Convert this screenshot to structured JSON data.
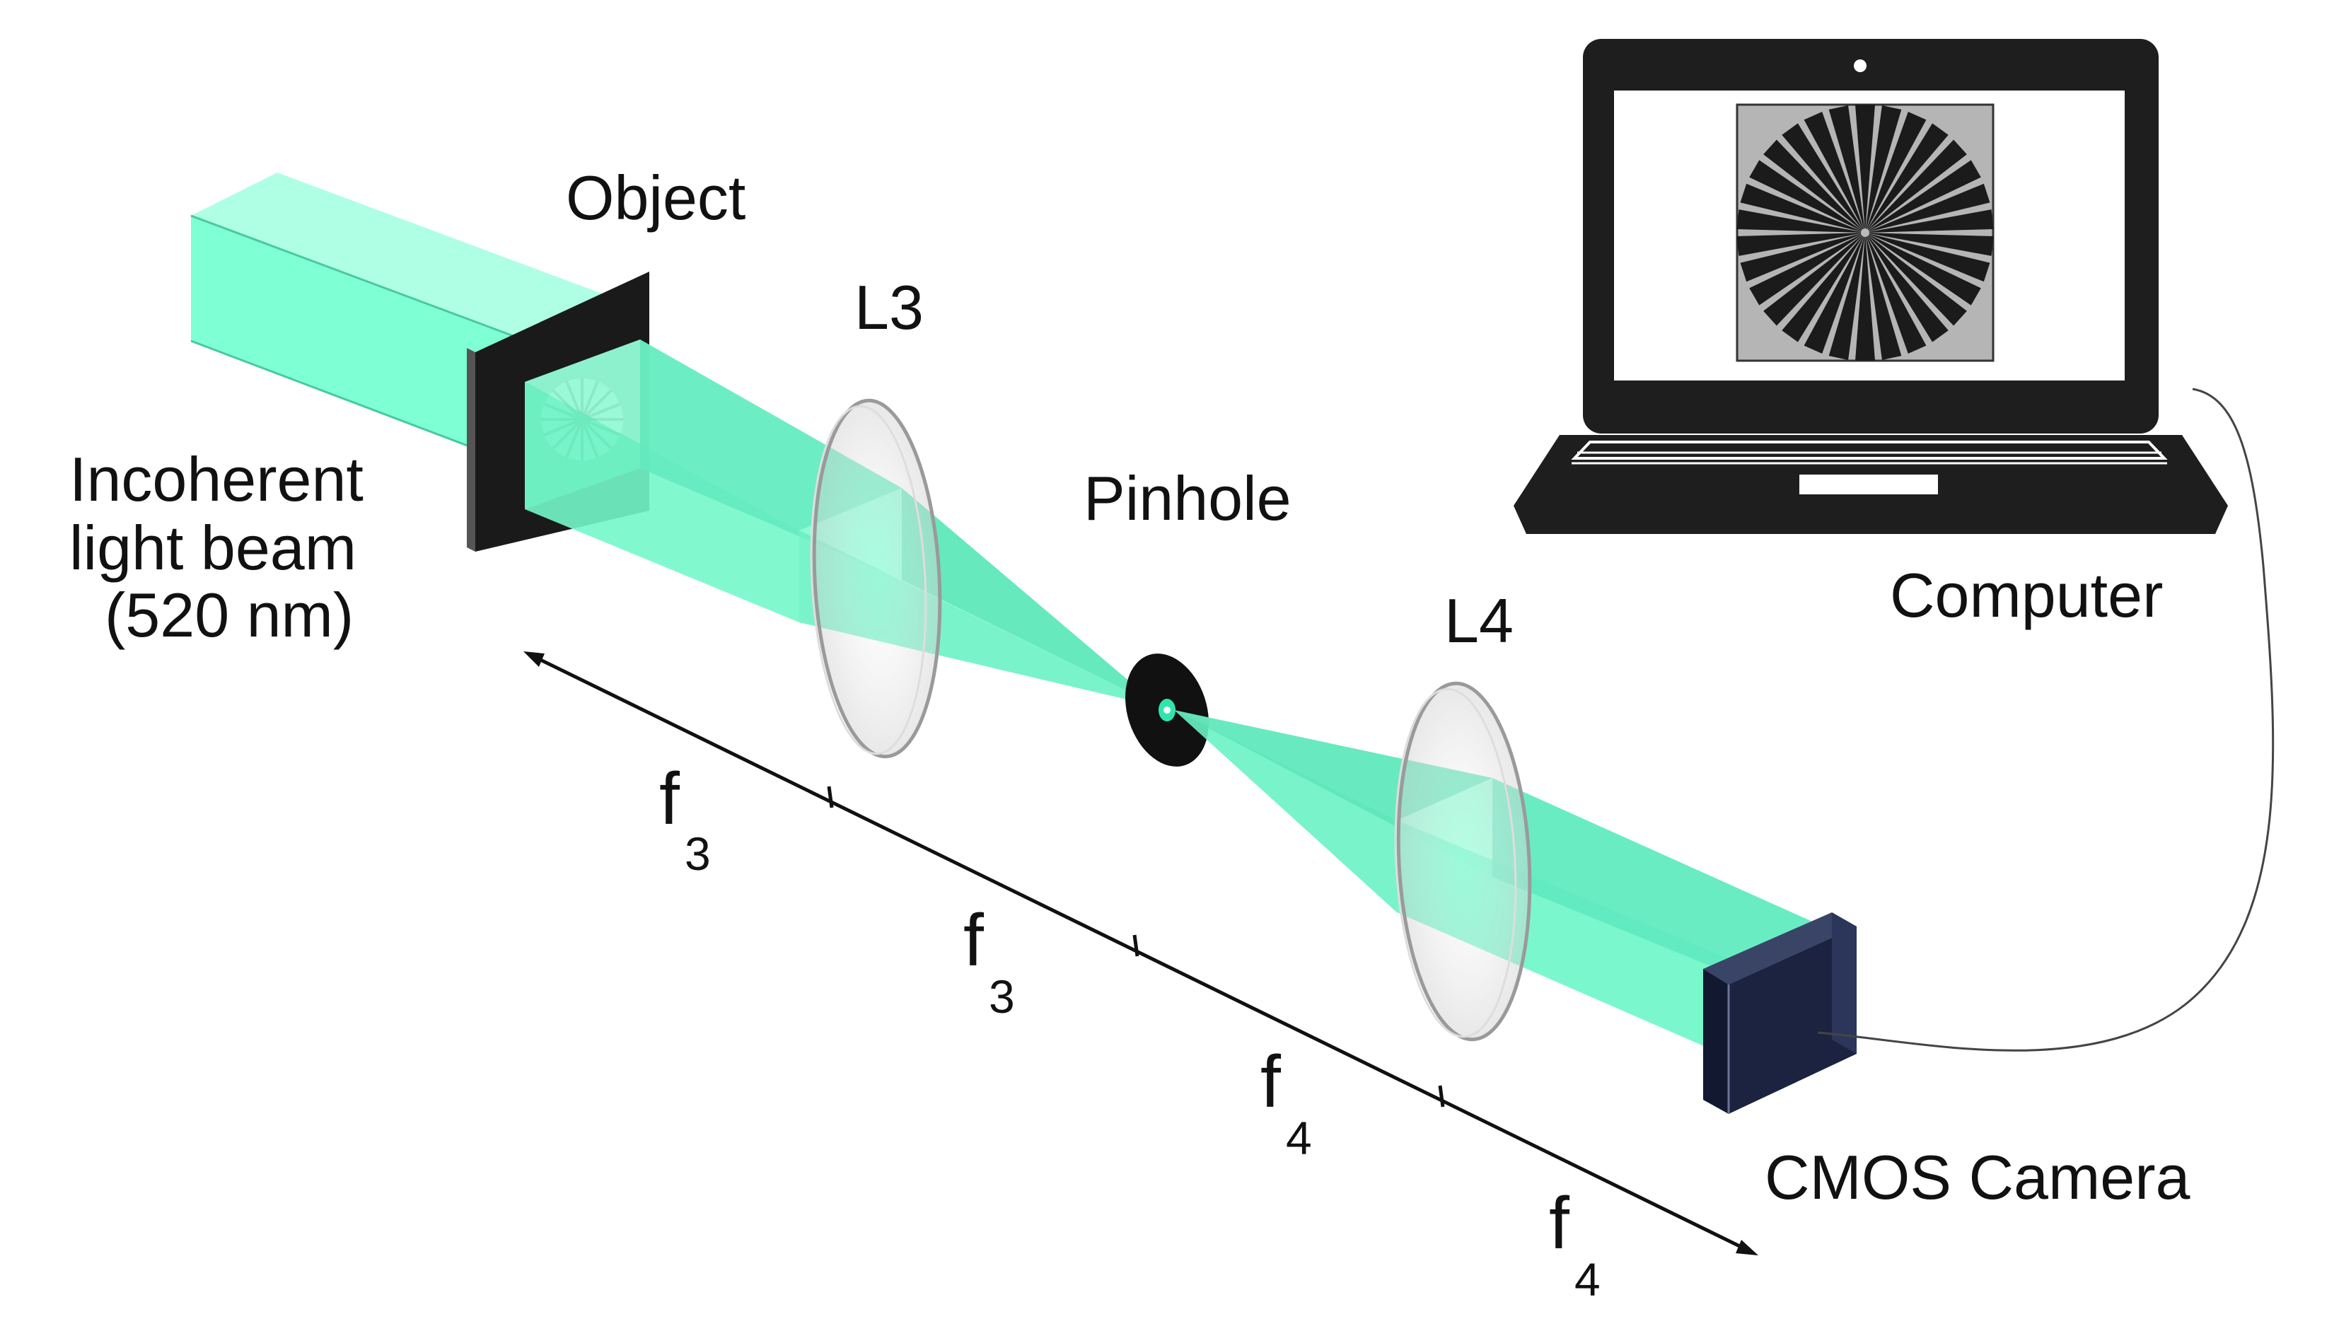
{
  "labels": {
    "object": "Object",
    "l3": "L3",
    "pinhole": "Pinhole",
    "l4": "L4",
    "computer": "Computer",
    "cmos_camera": "CMOS Camera",
    "source_line1": "Incoherent",
    "source_line2": "light beam",
    "source_line3": "(520 nm)"
  },
  "distances": [
    {
      "symbol": "f",
      "index": "3"
    },
    {
      "symbol": "f",
      "index": "3"
    },
    {
      "symbol": "f",
      "index": "4"
    },
    {
      "symbol": "f",
      "index": "4"
    }
  ],
  "colors": {
    "beam": "#7fffd4",
    "beam_dark": "#3fd9a4",
    "laptop": "#1e1e1e",
    "camera": "#1b2340",
    "pinhole": "#111111"
  },
  "icons": {
    "screen_target": "siemens-star-icon"
  }
}
